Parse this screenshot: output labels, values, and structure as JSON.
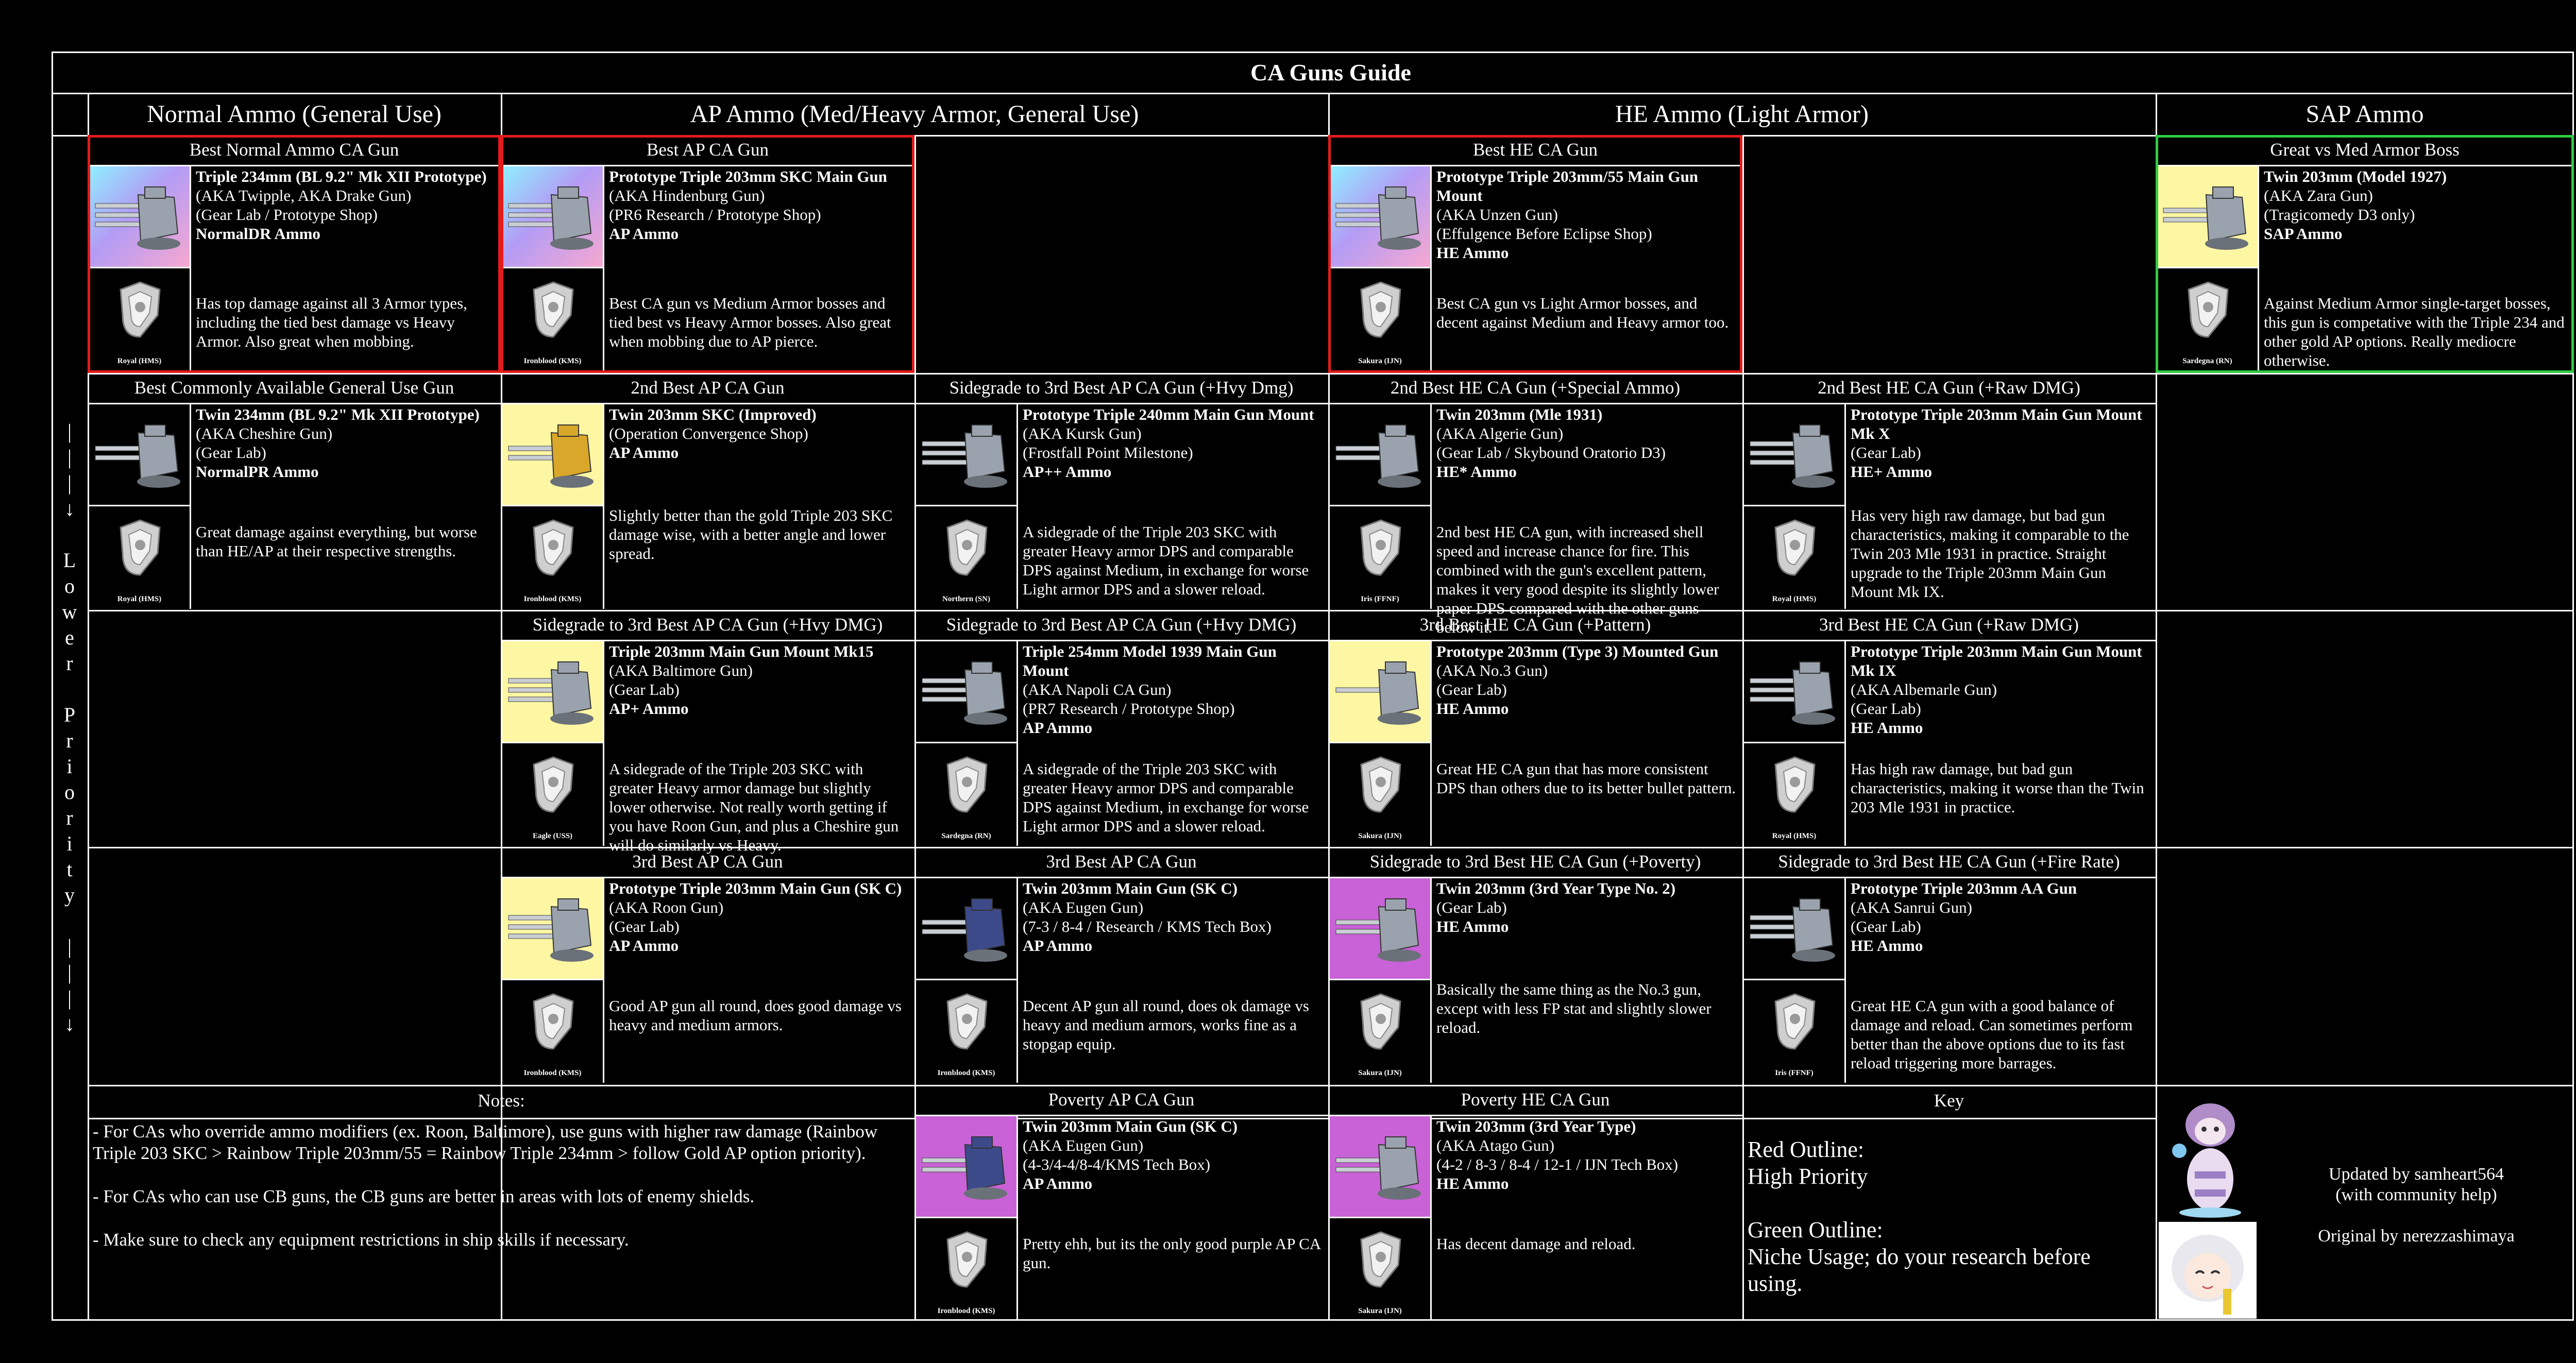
{
  "title": "CA Guns Guide",
  "columns": [
    "Normal Ammo (General Use)",
    "AP Ammo (Med/Heavy Armor, General Use)",
    "HE Ammo (Light Armor)",
    "SAP Ammo"
  ],
  "sidebar": [
    "|",
    "|",
    "|",
    "↓",
    "",
    "L",
    "o",
    "w",
    "e",
    "r",
    "",
    "P",
    "r",
    "i",
    "o",
    "r",
    "i",
    "t",
    "y",
    "",
    "|",
    "|",
    "|",
    "↓"
  ],
  "cards": [
    {
      "header": "Best Normal Ammo CA Gun",
      "name": "Triple 234mm (BL 9.2\" Mk XII Prototype)",
      "info": [
        "(AKA Twipple, AKA Drake Gun)",
        "(Gear Lab / Prototype Shop)"
      ],
      "ammo": "NormalDR Ammo",
      "desc": "Has top damage against all 3 Armor types, including the tied best damage vs Heavy Armor. Also great when mobbing.",
      "faction": "Royal (HMS)"
    },
    {
      "header": "Best AP CA Gun",
      "name": "Prototype Triple 203mm SKC Main Gun",
      "info": [
        "(AKA Hindenburg Gun)",
        "(PR6 Research / Prototype Shop)"
      ],
      "ammo": "AP Ammo",
      "desc": "Best CA gun vs Medium Armor bosses and tied best vs Heavy Armor bosses. Also great when mobbing due to AP pierce.",
      "faction": "Ironblood (KMS)"
    },
    {
      "header": "Best HE CA Gun",
      "name": "Prototype Triple 203mm/55 Main Gun Mount",
      "info": [
        "(AKA Unzen Gun)",
        "(Effulgence Before Eclipse Shop)"
      ],
      "ammo": "HE Ammo",
      "desc": "Best CA gun vs Light Armor bosses, and decent against Medium and Heavy armor too.",
      "faction": "Sakura (IJN)"
    },
    {
      "header": "Great vs Med Armor Boss",
      "name": "Twin 203mm (Model 1927)",
      "info": [
        "(AKA Zara Gun)",
        "(Tragicomedy D3 only)"
      ],
      "ammo": "SAP Ammo",
      "desc": "Against Medium Armor single-target bosses, this gun is competative with the Triple 234 and other gold AP options. Really mediocre otherwise.",
      "faction": "Sardegna (RN)"
    },
    {
      "header": "Best Commonly Available General Use Gun",
      "name": "Twin 234mm (BL 9.2\" Mk XII Prototype)",
      "info": [
        "(AKA Cheshire Gun)",
        "(Gear Lab)"
      ],
      "ammo": "NormalPR Ammo",
      "desc": "Great damage against everything, but worse than HE/AP at their respective strengths.",
      "faction": "Royal (HMS)"
    },
    {
      "header": "2nd Best AP CA Gun",
      "name": "Twin 203mm SKC (Improved)",
      "info": [
        "(Operation Convergence Shop)"
      ],
      "ammo": "AP Ammo",
      "desc": "Slightly better than the gold Triple 203 SKC damage wise, with a better angle and lower spread.",
      "faction": "Ironblood (KMS)"
    },
    {
      "header": "Sidegrade to 3rd Best AP CA Gun (+Hvy Dmg)",
      "name": "Prototype Triple 240mm Main Gun Mount",
      "info": [
        "(AKA Kursk Gun)",
        "(Frostfall Point Milestone)"
      ],
      "ammo": "AP++ Ammo",
      "desc": "A sidegrade of the Triple 203 SKC with greater Heavy armor DPS and comparable DPS against Medium, in exchange for worse Light armor DPS and a slower reload.",
      "faction": "Northern (SN)"
    },
    {
      "header": "2nd Best HE CA Gun (+Special Ammo)",
      "name": "Twin 203mm (Mle 1931)",
      "info": [
        "(AKA Algerie Gun)",
        "(Gear Lab / Skybound Oratorio D3)"
      ],
      "ammo": "HE* Ammo",
      "desc": "2nd best HE CA gun, with increased shell speed and increase chance for fire. This combined with the gun's excellent pattern, makes it very good despite its slightly lower paper DPS compared with the other guns below it.",
      "faction": "Iris (FFNF)"
    },
    {
      "header": "2nd Best HE CA Gun (+Raw DMG)",
      "name": "Prototype Triple 203mm Main Gun Mount Mk X",
      "info": [
        "(Gear Lab)"
      ],
      "ammo": "HE+ Ammo",
      "desc": "Has very high raw damage, but bad gun characteristics, making it comparable to the Twin 203 Mle 1931 in practice. Straight upgrade to the Triple 203mm Main Gun Mount Mk IX.",
      "faction": "Royal (HMS)"
    },
    {
      "header": "Sidegrade to 3rd Best AP CA Gun (+Hvy DMG)",
      "name": "Triple 203mm Main Gun Mount Mk15",
      "info": [
        "(AKA Baltimore Gun)",
        "(Gear Lab)"
      ],
      "ammo": "AP+ Ammo",
      "desc": "A sidegrade of the Triple 203 SKC with greater Heavy armor damage but slightly lower otherwise. Not really worth getting if you have Roon Gun, and plus a Cheshire gun will do similarly vs Heavy.",
      "faction": "Eagle (USS)"
    },
    {
      "header": "Sidegrade to 3rd Best AP CA Gun (+Hvy DMG)",
      "name": "Triple 254mm Model 1939 Main Gun Mount",
      "info": [
        "(AKA Napoli CA Gun)",
        "(PR7 Research / Prototype Shop)"
      ],
      "ammo": "AP Ammo",
      "desc": "A sidegrade of the Triple 203 SKC with greater Heavy armor DPS and comparable DPS against Medium, in exchange for worse Light armor DPS and a slower reload.",
      "faction": "Sardegna (RN)"
    },
    {
      "header": "3rd Best HE CA Gun (+Pattern)",
      "name": "Prototype 203mm (Type 3) Mounted Gun",
      "info": [
        "(AKA No.3 Gun)",
        "(Gear Lab)"
      ],
      "ammo": "HE Ammo",
      "desc": "Great HE CA gun that has more consistent DPS than others due to its better bullet pattern.",
      "faction": "Sakura (IJN)"
    },
    {
      "header": "3rd Best HE CA Gun (+Raw DMG)",
      "name": "Prototype Triple 203mm Main Gun Mount Mk IX",
      "info": [
        "(AKA Albemarle Gun)",
        "(Gear Lab)"
      ],
      "ammo": "HE Ammo",
      "desc": "Has high raw damage, but bad gun characteristics, making it worse than the Twin 203 Mle 1931 in practice.",
      "faction": "Royal (HMS)"
    },
    {
      "header": "3rd Best AP CA Gun",
      "name": "Prototype Triple 203mm Main Gun (SK C)",
      "info": [
        "(AKA Roon Gun)",
        "(Gear Lab)"
      ],
      "ammo": "AP Ammo",
      "desc": "Good AP gun all round, does good damage vs heavy and medium armors.",
      "faction": "Ironblood (KMS)"
    },
    {
      "header": "3rd Best AP CA Gun",
      "name": "Twin 203mm Main Gun (SK C)",
      "info": [
        "(AKA Eugen Gun)",
        "(7-3 / 8-4 / Research / KMS Tech Box)"
      ],
      "ammo": "AP Ammo",
      "desc": "Decent AP gun all round, does ok damage vs heavy and medium armors, works fine as a stopgap equip.",
      "faction": "Ironblood (KMS)"
    },
    {
      "header": "Sidegrade to 3rd Best HE CA Gun (+Poverty)",
      "name": "Twin 203mm (3rd Year Type No. 2)",
      "info": [
        "(Gear Lab)"
      ],
      "ammo": "HE Ammo",
      "desc": "Basically the same thing as the No.3 gun, except with less FP stat and slightly slower reload.",
      "faction": "Sakura (IJN)"
    },
    {
      "header": "Sidegrade to 3rd Best HE CA Gun (+Fire Rate)",
      "name": "Prototype Triple 203mm AA Gun",
      "info": [
        "(AKA Sanrui Gun)",
        "(Gear Lab)"
      ],
      "ammo": "HE Ammo",
      "desc": "Great HE CA gun with a good balance of damage and reload. Can sometimes perform better than the above options due to its fast reload triggering more barrages.",
      "faction": "Iris (FFNF)"
    },
    {
      "header": "Poverty AP CA Gun",
      "name": "Twin 203mm Main Gun (SK C)",
      "info": [
        "(AKA Eugen Gun)",
        "(4-3/4-4/8-4/KMS Tech Box)"
      ],
      "ammo": "AP Ammo",
      "desc": "Pretty ehh, but its the only good purple AP CA gun.",
      "faction": "Ironblood (KMS)"
    },
    {
      "header": "Poverty HE CA Gun",
      "name": "Twin 203mm (3rd Year Type)",
      "info": [
        "(AKA Atago Gun)",
        "(4-2 / 8-3 / 8-4 / 12-1 / IJN Tech Box)"
      ],
      "ammo": "HE Ammo",
      "desc": "Has decent damage and reload.",
      "faction": "Sakura (IJN)"
    }
  ],
  "notes": {
    "header": "Notes:",
    "items": [
      "- For CAs who override ammo modifiers (ex. Roon, Baltimore), use guns with higher raw damage (Rainbow Triple 203 SKC > Rainbow Triple 203mm/55 = Rainbow Triple 234mm > follow Gold AP option priority).",
      "- For CAs who can use CB guns, the CB guns are better in areas with lots of enemy shields.",
      "- Make sure to check any equipment restrictions in ship skills if necessary."
    ]
  },
  "key": {
    "header": "Key",
    "red_title": "Red Outline:",
    "red_desc": "High Priority",
    "green_title": "Green Outline:",
    "green_desc": "Niche Usage; do your research before using."
  },
  "credits": {
    "updated": "Updated by samheart564",
    "help": "(with community help)",
    "original": "Original by nerezzashimaya"
  },
  "colors": {
    "red_outline": "#e41b1b",
    "green_outline": "#2ecc40",
    "rarity_rainbow": "rainbow",
    "rarity_gold": "#fdf6a3",
    "rarity_purple": "#c862d6",
    "rarity_gray": "#000000"
  }
}
